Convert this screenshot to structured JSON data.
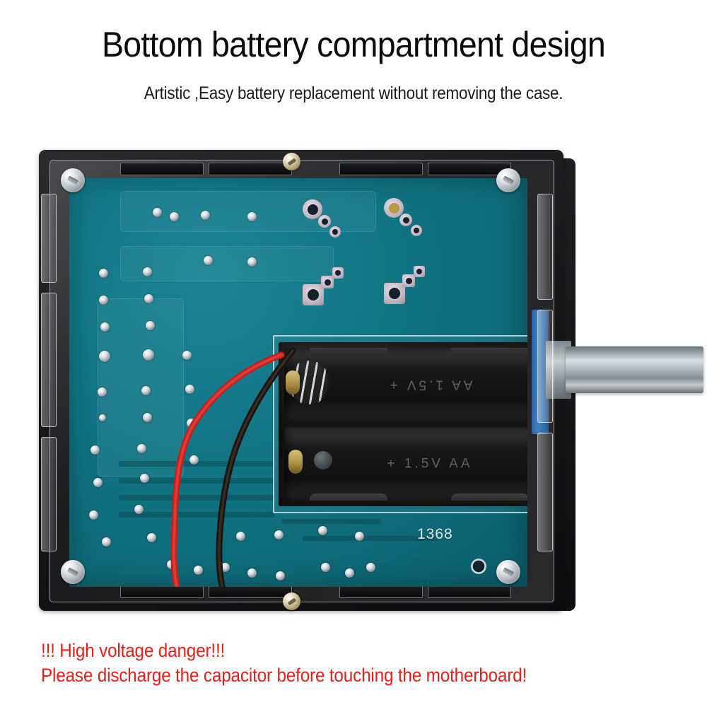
{
  "header": {
    "title": "Bottom battery compartment design",
    "subtitle": "Artistic ,Easy battery replacement without removing the case."
  },
  "footer": {
    "warning_line1": "!!! High voltage danger!!!",
    "warning_line2": "Please discharge the capacitor before touching the motherboard!",
    "warning_color": "#ee1c16"
  },
  "product": {
    "pcb": {
      "silkscreen_label": "1368",
      "color": "#107382"
    },
    "battery_compartment": {
      "cell_top_label": "AA 1.5V +",
      "cell_bottom_label": "+ 1.5V AA",
      "cell_count": 2,
      "battery_type": "AA"
    },
    "case": {
      "material_color": "#17171a",
      "accent_color": "#2e7ec8"
    }
  }
}
